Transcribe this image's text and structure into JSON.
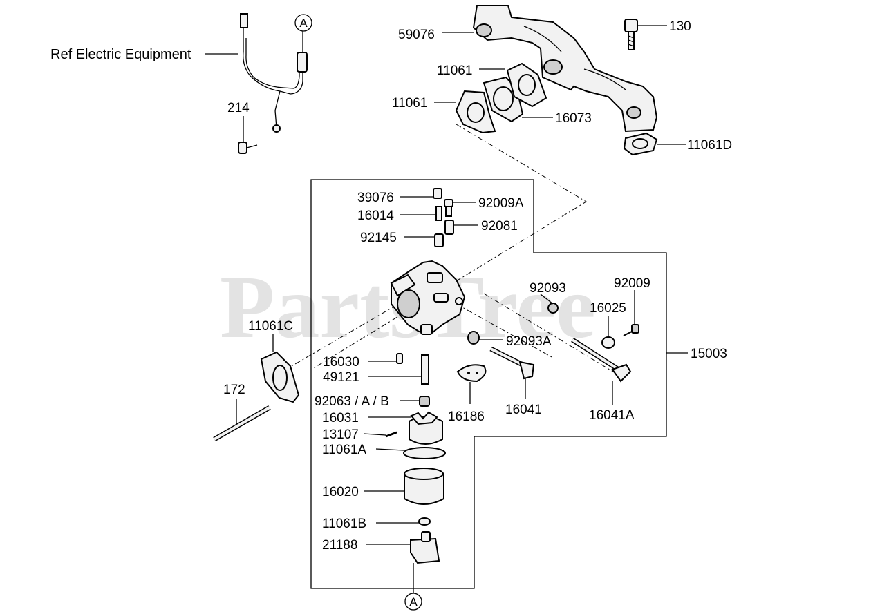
{
  "watermark": "PartsTree",
  "reference_label": "Ref Electric Equipment",
  "connector_marker": "A",
  "labels": {
    "p59076": "59076",
    "p130": "130",
    "p11061_top": "11061",
    "p11061_left": "11061",
    "p16073": "16073",
    "p11061D": "11061D",
    "p214": "214",
    "p39076": "39076",
    "p92009A": "92009A",
    "p16014": "16014",
    "p92081": "92081",
    "p92145": "92145",
    "p92093": "92093",
    "p92009": "92009",
    "p16025": "16025",
    "p11061C": "11061C",
    "p92093A": "92093A",
    "p15003": "15003",
    "p16030": "16030",
    "p49121": "49121",
    "p172": "172",
    "p92063": "92063 / A / B",
    "p16031": "16031",
    "p16186": "16186",
    "p16041": "16041",
    "p16041A": "16041A",
    "p13107": "13107",
    "p11061A": "11061A",
    "p16020": "16020",
    "p11061B": "11061B",
    "p21188": "21188"
  },
  "icons": {
    "marker": "circled-letter-icon",
    "bolt": "bolt-icon",
    "gasket": "gasket-icon"
  }
}
